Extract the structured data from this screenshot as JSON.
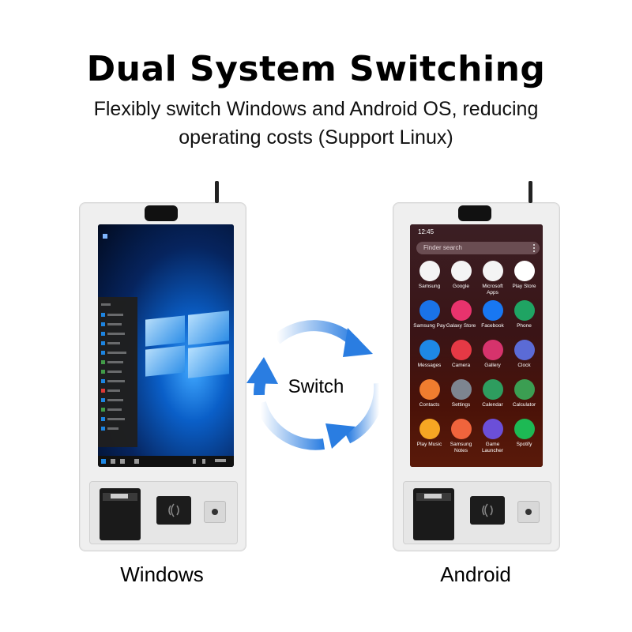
{
  "header": {
    "title": "Dual System Switching",
    "subtitle_line1": "Flexibly switch Windows and Android OS, reducing",
    "subtitle_line2": "operating costs (Support Linux)"
  },
  "switch_label": "Switch",
  "captions": {
    "left": "Windows",
    "right": "Android"
  },
  "android": {
    "time": "12:45",
    "search_placeholder": "Finder search",
    "apps": [
      {
        "label": "Samsung",
        "icon": "samsung-folder-icon",
        "color": "#f4f4f4"
      },
      {
        "label": "Google",
        "icon": "google-folder-icon",
        "color": "#f4f4f4"
      },
      {
        "label": "Microsoft Apps",
        "icon": "microsoft-folder-icon",
        "color": "#f4f4f4"
      },
      {
        "label": "Play Store",
        "icon": "play-store-icon",
        "color": "#ffffff"
      },
      {
        "label": "Samsung Pay",
        "icon": "samsung-pay-icon",
        "color": "#1a73e8"
      },
      {
        "label": "Galaxy Store",
        "icon": "galaxy-store-icon",
        "color": "#e8336d"
      },
      {
        "label": "Facebook",
        "icon": "facebook-icon",
        "color": "#1877f2"
      },
      {
        "label": "Phone",
        "icon": "phone-icon",
        "color": "#1fa463"
      },
      {
        "label": "Messages",
        "icon": "messages-icon",
        "color": "#1e88e5"
      },
      {
        "label": "Camera",
        "icon": "camera-icon",
        "color": "#e53945"
      },
      {
        "label": "Gallery",
        "icon": "gallery-icon",
        "color": "#d6336c"
      },
      {
        "label": "Clock",
        "icon": "clock-icon",
        "color": "#5b6bd6"
      },
      {
        "label": "Contacts",
        "icon": "contacts-icon",
        "color": "#ef7d2f"
      },
      {
        "label": "Settings",
        "icon": "settings-icon",
        "color": "#7d8590"
      },
      {
        "label": "Calendar",
        "icon": "calendar-icon",
        "color": "#2e9d5f"
      },
      {
        "label": "Calculator",
        "icon": "calculator-icon",
        "color": "#3b9e52"
      },
      {
        "label": "Play Music",
        "icon": "play-music-icon",
        "color": "#f6a623"
      },
      {
        "label": "Samsung Notes",
        "icon": "samsung-notes-icon",
        "color": "#f0643c"
      },
      {
        "label": "Game Launcher",
        "icon": "game-launcher-icon",
        "color": "#6b4fd8"
      },
      {
        "label": "Spotify",
        "icon": "spotify-icon",
        "color": "#1db954"
      }
    ]
  },
  "colors": {
    "arrow": "#2a7de1",
    "kiosk_body": "#efefef"
  }
}
